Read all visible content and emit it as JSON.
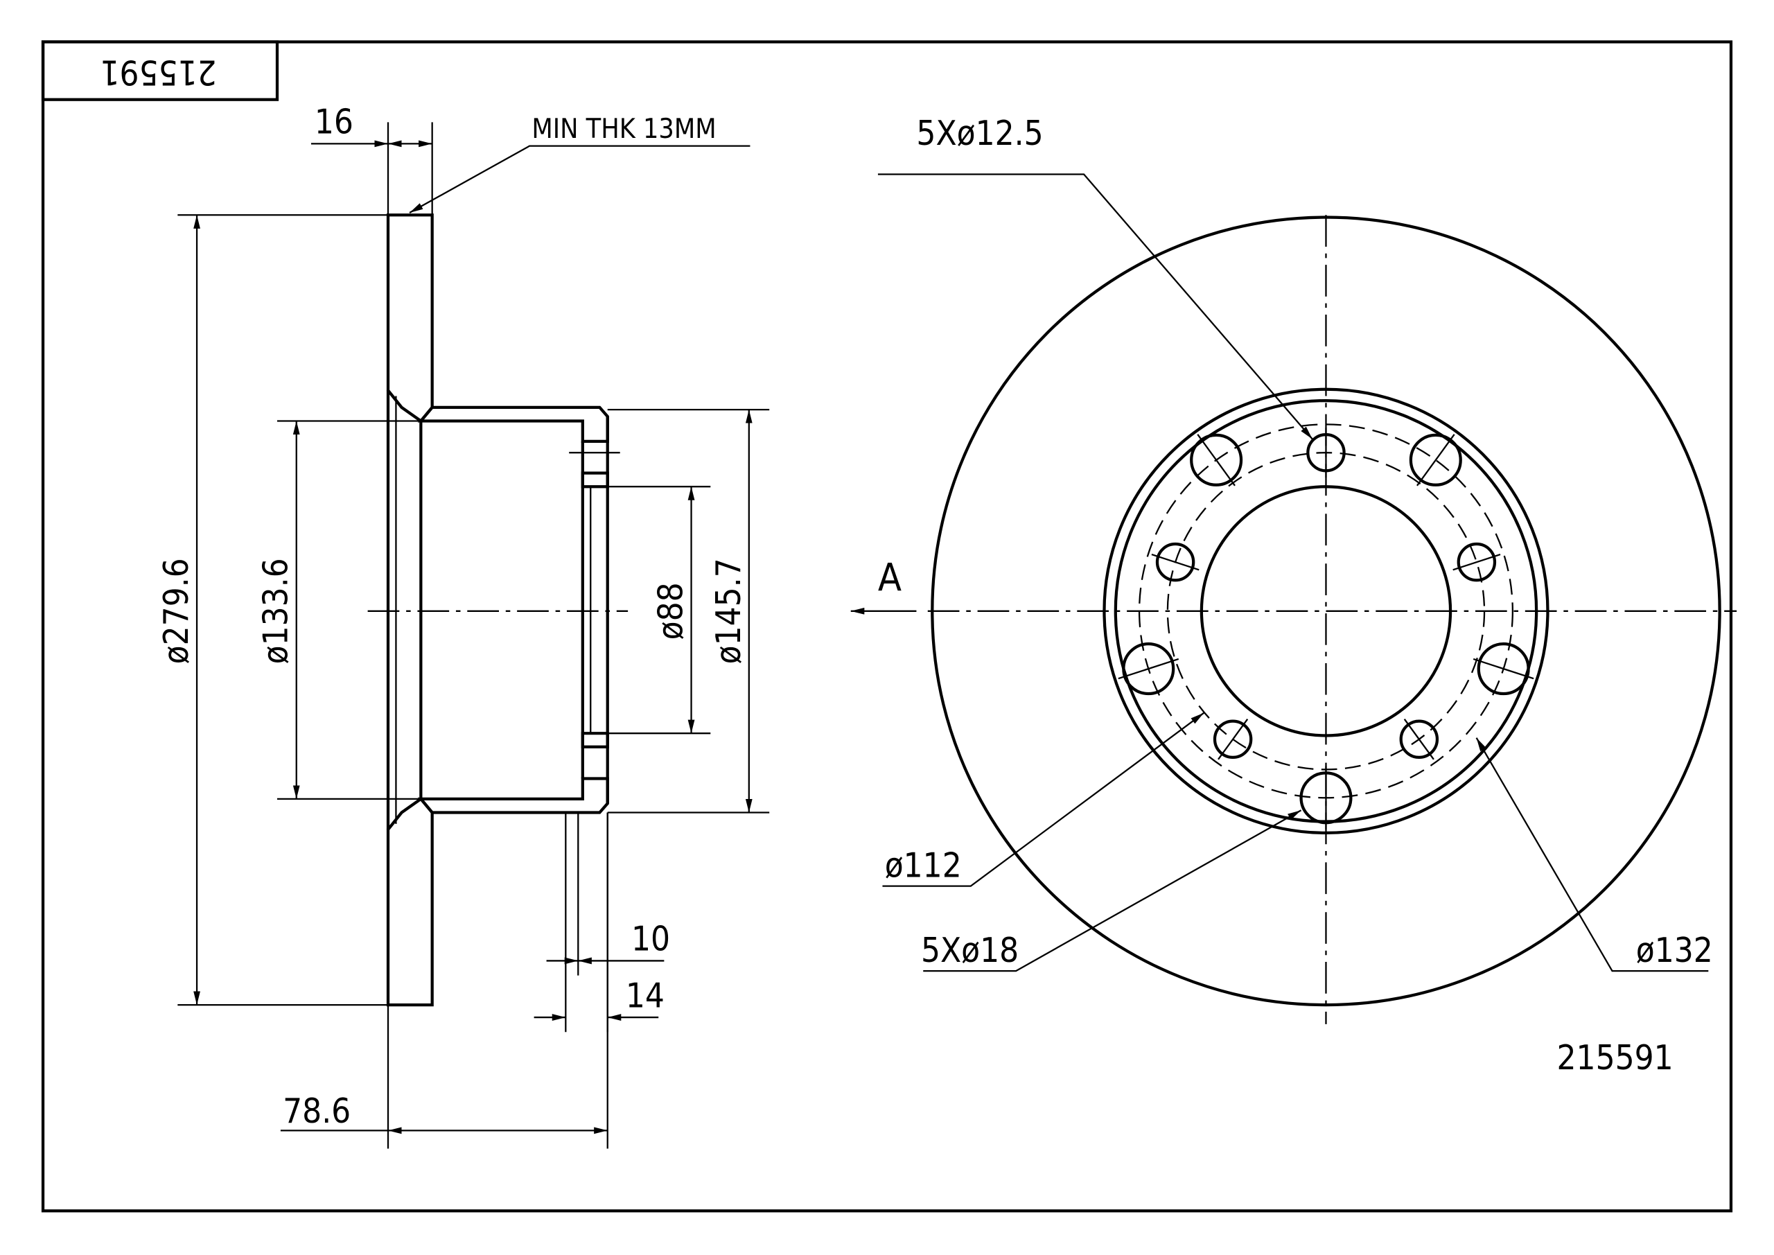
{
  "title_block": {
    "part_number_rotated": "215591"
  },
  "side_view": {
    "disc_thickness": "16",
    "min_thickness_note": "MIN THK 13MM",
    "outer_diameter": "ø279.6",
    "hub_inner_diameter": "ø133.6",
    "center_bore": "ø88",
    "hub_outer_diameter": "ø145.7",
    "dim_10": "10",
    "dim_14": "14",
    "overall_height": "78.6"
  },
  "front_view": {
    "small_holes": "5Xø12.5",
    "view_label": "A",
    "pcd_small": "ø112",
    "large_holes": "5Xø18",
    "pcd_large": "ø132",
    "part_number": "215591"
  }
}
